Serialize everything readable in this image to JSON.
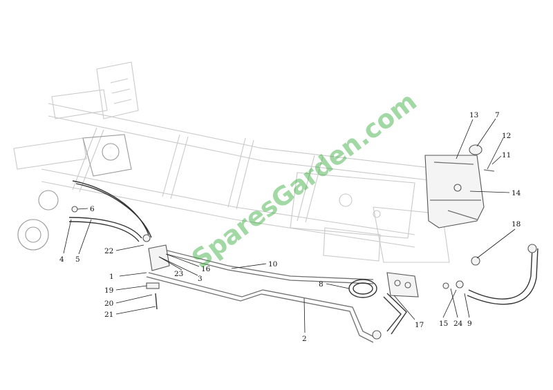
{
  "watermark": "SparesGarden.com",
  "callouts": [
    {
      "id": "1",
      "label": "1"
    },
    {
      "id": "2",
      "label": "2"
    },
    {
      "id": "3",
      "label": "3"
    },
    {
      "id": "4",
      "label": "4"
    },
    {
      "id": "5",
      "label": "5"
    },
    {
      "id": "6",
      "label": "6"
    },
    {
      "id": "7",
      "label": "7"
    },
    {
      "id": "8",
      "label": "8"
    },
    {
      "id": "9",
      "label": "9"
    },
    {
      "id": "10",
      "label": "10"
    },
    {
      "id": "11",
      "label": "11"
    },
    {
      "id": "12",
      "label": "12"
    },
    {
      "id": "13",
      "label": "13"
    },
    {
      "id": "14",
      "label": "14"
    },
    {
      "id": "15",
      "label": "15"
    },
    {
      "id": "16",
      "label": "16"
    },
    {
      "id": "17",
      "label": "17"
    },
    {
      "id": "18",
      "label": "18"
    },
    {
      "id": "19",
      "label": "19"
    },
    {
      "id": "20",
      "label": "20"
    },
    {
      "id": "21",
      "label": "21"
    },
    {
      "id": "22",
      "label": "22"
    },
    {
      "id": "23",
      "label": "23"
    },
    {
      "id": "24",
      "label": "24"
    }
  ]
}
